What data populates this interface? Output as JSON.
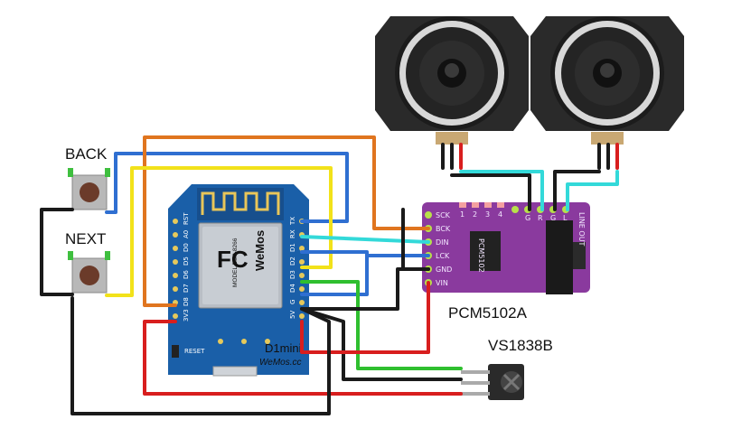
{
  "labels": {
    "back": "BACK",
    "next": "NEXT",
    "dac": "PCM5102A",
    "ir": "VS1838B",
    "board_name": "D1mini",
    "board_site": "WeMos.cc",
    "reset": "RESET",
    "module_model": "MODEL ESP-8266",
    "module_brand": "WeMos",
    "line_out": "LINE OUT",
    "chip_mark": "PCM5102"
  },
  "d1_left_pins": [
    "RST",
    "A0",
    "D0",
    "D5",
    "D6",
    "D7",
    "D8",
    "3V3"
  ],
  "d1_right_pins": [
    "TX",
    "RX",
    "D1",
    "D2",
    "D3",
    "D4",
    "G",
    "5V"
  ],
  "dac_pins": [
    "SCK",
    "BCK",
    "DIN",
    "LCK",
    "GND",
    "VIN"
  ],
  "dac_top_pins": [
    "G",
    "R",
    "G",
    "L"
  ],
  "dac_leds": [
    "1",
    "2",
    "3",
    "4"
  ],
  "colors": {
    "board": "#1a5fa8",
    "dac_board": "#8a3a9e",
    "wire_blue": "#2f6fd1",
    "wire_orange": "#e0751f",
    "wire_yellow": "#f2e21a",
    "wire_cyan": "#33d9d9",
    "wire_green": "#2fbf2f",
    "wire_red": "#d81e1e",
    "wire_black": "#1a1a1a"
  }
}
